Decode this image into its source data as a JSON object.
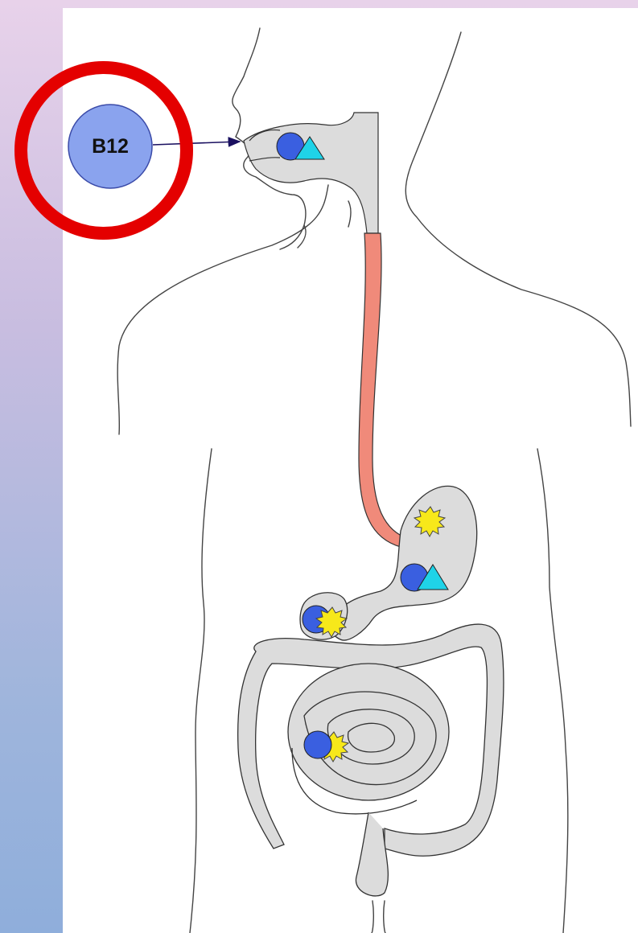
{
  "b12_label": "B12",
  "colors": {
    "b12_circle": "#8aa3ee",
    "highlight_ring": "#e40000",
    "b12_molecule": "#3a5fe0",
    "binding_protein": "#1fd3e8",
    "enzyme": "#f7e81a",
    "esophagus": "#f08a7a",
    "organ_fill": "#dcdcdc",
    "outline": "#333333"
  },
  "icons": [
    "b12-circle",
    "arrow-right",
    "triangle-protein",
    "starburst-enzyme",
    "circle-molecule"
  ],
  "stages": [
    "mouth",
    "stomach",
    "duodenum",
    "ileum"
  ]
}
